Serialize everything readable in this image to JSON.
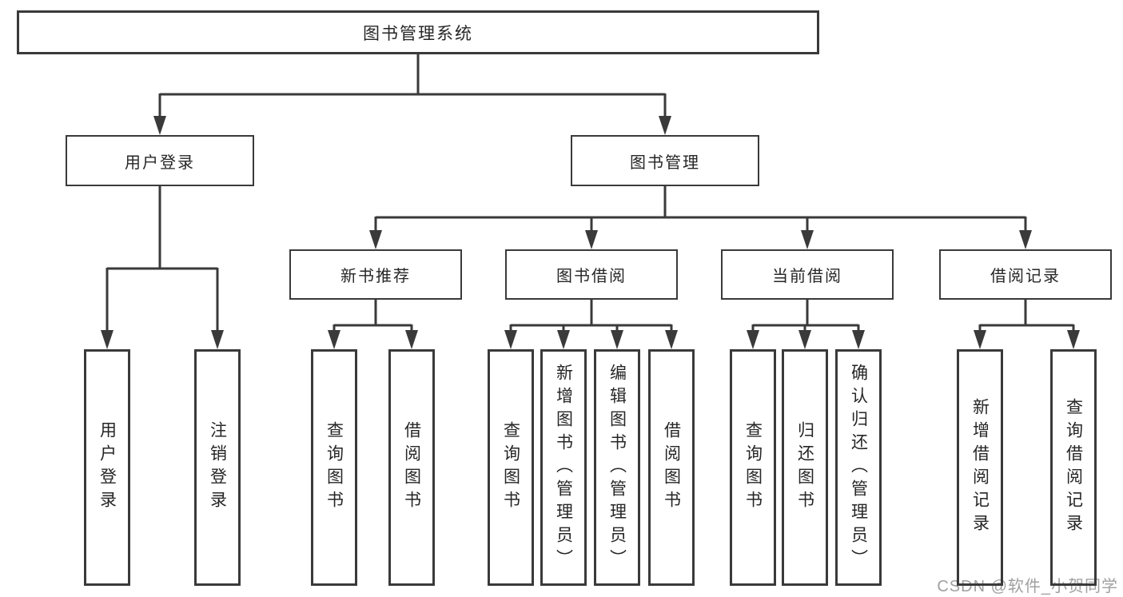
{
  "diagram": {
    "title": "图书管理系统",
    "level2": {
      "user_login": "用户登录",
      "book_mgmt": "图书管理"
    },
    "level3": {
      "new_books": "新书推荐",
      "borrowing": "图书借阅",
      "current": "当前借阅",
      "records": "借阅记录"
    },
    "leaves": {
      "login": [
        "用户登录",
        "注销登录"
      ],
      "new_books": [
        "查询图书",
        "借阅图书"
      ],
      "borrowing": [
        "查询图书",
        "新增图书（管理员）",
        "编辑图书（管理员）",
        "借阅图书"
      ],
      "current": [
        "查询图书",
        "归还图书",
        "确认归还（管理员）"
      ],
      "records": [
        "新增借阅记录",
        "查询借阅记录"
      ]
    }
  },
  "watermark": "CSDN @软件_小贺同学",
  "colors": {
    "line": "#3a3a3a",
    "text": "#262626",
    "watermark_gray": "#a0a0a0",
    "background": "#ffffff"
  }
}
